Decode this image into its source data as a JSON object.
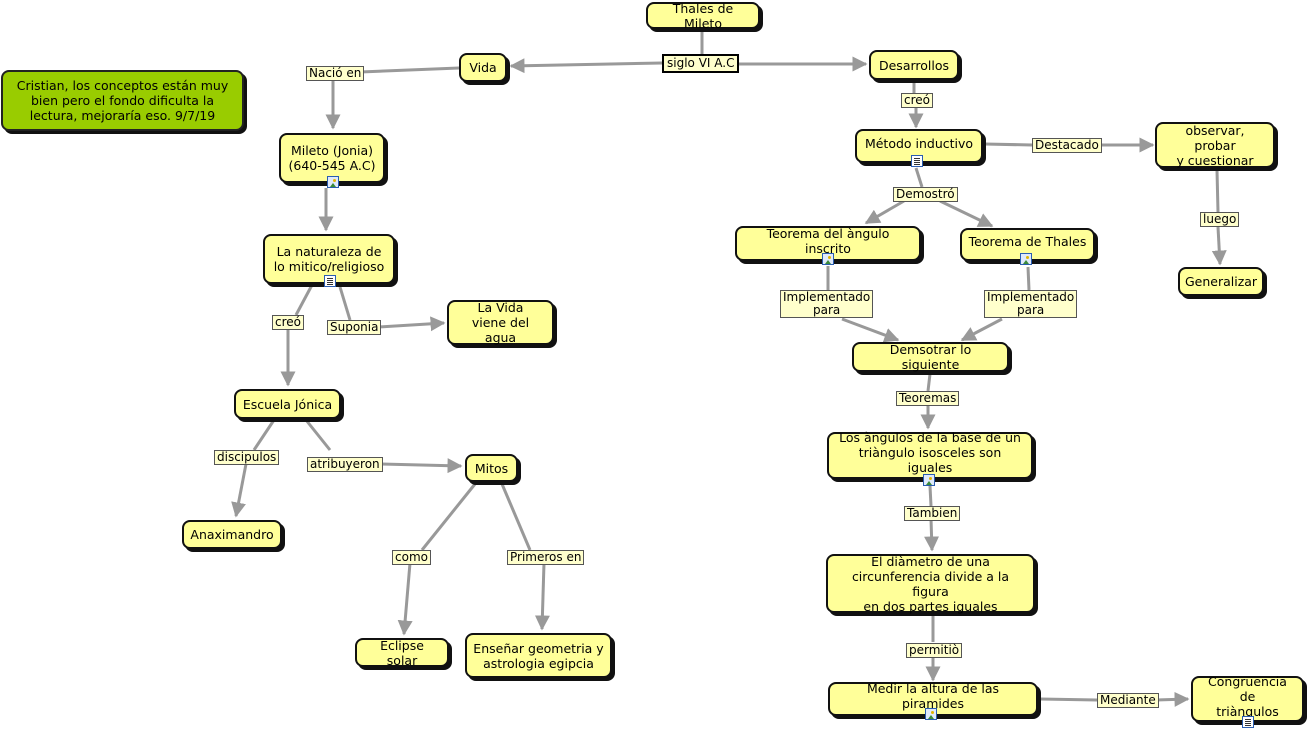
{
  "nodes": {
    "thales": "Thales de Mileto",
    "vida": "Vida",
    "desarrollos": "Desarrollos",
    "note": "Cristian, los conceptos están muy bien pero el fondo dificulta la lectura, mejoraría eso. 9/7/19",
    "mileto": "Mileto (Jonia)\n(640-545 A.C)",
    "naturaleza": "La naturaleza de\nlo mitico/religioso",
    "vida_agua": "La Vida\nviene del agua",
    "escuela": "Escuela Jónica",
    "anaximandro": "Anaximandro",
    "mitos": "Mitos",
    "eclipse": "Eclipse solar",
    "ensenar": "Enseñar geometria y\nastrologia egipcia",
    "metodo": "Método inductivo",
    "observar": "observar, probar\ny cuestionar",
    "generalizar": "Generalizar",
    "teorema_angulo": "Teorema del àngulo inscrito",
    "teorema_thales": "Teorema de Thales",
    "demostrar": "Demsotrar lo siguiente",
    "angulos": "Los àngulos de la base de un\ntriàngulo isosceles son iguales",
    "diametro": "El diàmetro de una\ncircunferencia divide a la figura\nen dos partes iguales",
    "medir": "Medir la altura de las piramides",
    "congruencia": "Congruencia de\ntriàngulos"
  },
  "labels": {
    "siglo": "siglo VI A.C",
    "nacio": "Nació en",
    "creo1": "creó",
    "creo2": "creó",
    "suponia": "Suponia",
    "discipulos": "discipulos",
    "atribuyeron": "atribuyeron",
    "como": "como",
    "primeros": "Primeros en",
    "destacado": "Destacado",
    "luego": "luego",
    "demostro": "Demostró",
    "implementado1": "Implementado\npara",
    "implementado2": "Implementado\npara",
    "teoremas": "Teoremas",
    "tambien": "Tambien",
    "permitio": "permitiò",
    "mediante": "Mediante"
  },
  "icons": {
    "mileto": "image-resource-icon",
    "naturaleza": "document-resource-icon",
    "metodo": "document-resource-icon",
    "teorema_angulo": "image-resource-icon",
    "teorema_thales": "image-resource-icon",
    "angulos": "image-resource-icon",
    "medir": "image-resource-icon",
    "congruencia": "document-resource-icon"
  },
  "colors": {
    "node_fill": "#ffff99",
    "note_fill": "#99cc00",
    "link": "#999999"
  }
}
